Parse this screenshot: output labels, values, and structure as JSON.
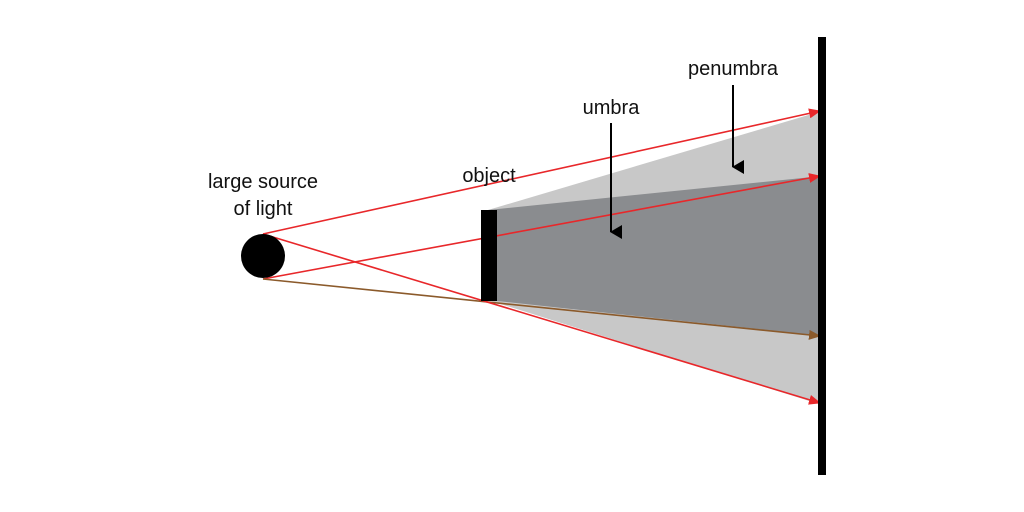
{
  "labels": {
    "source_line1": "large source",
    "source_line2": "of light",
    "object": "object",
    "umbra": "umbra",
    "penumbra": "penumbra"
  },
  "colors": {
    "background": "#ffffff",
    "umbra_fill": "#8a8c8f",
    "penumbra_fill": "#c8c8c8",
    "ray_red": "#e8272a",
    "ray_brown": "#8b5a2b",
    "solid": "#000000"
  },
  "icons": {
    "umbra_pointer": "arrow-down-icon",
    "penumbra_pointer": "arrow-down-icon"
  }
}
